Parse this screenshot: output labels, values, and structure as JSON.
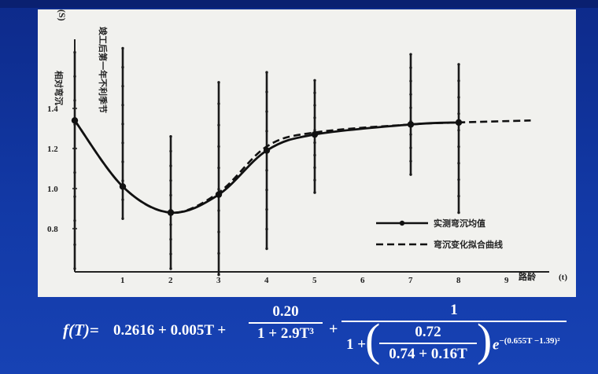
{
  "chart_data": {
    "type": "line",
    "y_title": "相对弯沉",
    "y_unit": "(S)",
    "x_title": "路龄",
    "x_unit": "(t)",
    "x_tick_labels": [
      "1",
      "2",
      "3",
      "4",
      "5",
      "6",
      "7",
      "8",
      "9"
    ],
    "y_tick_labels": [
      "0.8",
      "1.0",
      "1.2",
      "1.4"
    ],
    "y_ticks": [
      0.8,
      1.0,
      1.2,
      1.4
    ],
    "x_range": [
      0,
      9.6
    ],
    "y_range": [
      0.6,
      1.72
    ],
    "annotation": "竣工后第一年不利季节",
    "series": [
      {
        "name": "实测弯沉均值",
        "style": "solid",
        "x": [
          0,
          1,
          2,
          3,
          4,
          5,
          7,
          8
        ],
        "y": [
          1.34,
          1.01,
          0.88,
          0.97,
          1.19,
          1.27,
          1.32,
          1.33
        ]
      },
      {
        "name": "弯沉变化拟合曲线",
        "style": "dashed",
        "x": [
          0,
          1,
          2,
          3,
          4,
          5,
          7,
          8,
          9.5
        ],
        "y": [
          1.34,
          1.01,
          0.88,
          0.98,
          1.21,
          1.28,
          1.32,
          1.33,
          1.34
        ]
      }
    ],
    "ranges": [
      {
        "x": 0,
        "low": 0.6,
        "high": 1.68
      },
      {
        "x": 1,
        "low": 0.85,
        "high": 1.7
      },
      {
        "x": 2,
        "low": 0.6,
        "high": 1.26
      },
      {
        "x": 3,
        "low": 0.57,
        "high": 1.53
      },
      {
        "x": 4,
        "low": 0.7,
        "high": 1.58
      },
      {
        "x": 5,
        "low": 0.98,
        "high": 1.54
      },
      {
        "x": 7,
        "low": 1.07,
        "high": 1.67
      },
      {
        "x": 8,
        "low": 0.88,
        "high": 1.62
      }
    ]
  },
  "formula": {
    "lhs": "f(T)=",
    "term1": "0.2616 + 0.005T +",
    "frac1_num": "0.20",
    "frac1_den": "1 + 2.9T³",
    "plus": "+",
    "frac2_num": "1",
    "den_prefix": "1 +",
    "inner_num": "0.72",
    "inner_den": "0.74 + 0.16T",
    "exp_base": "e",
    "exponent": "−(0.655T −1.39)²"
  }
}
